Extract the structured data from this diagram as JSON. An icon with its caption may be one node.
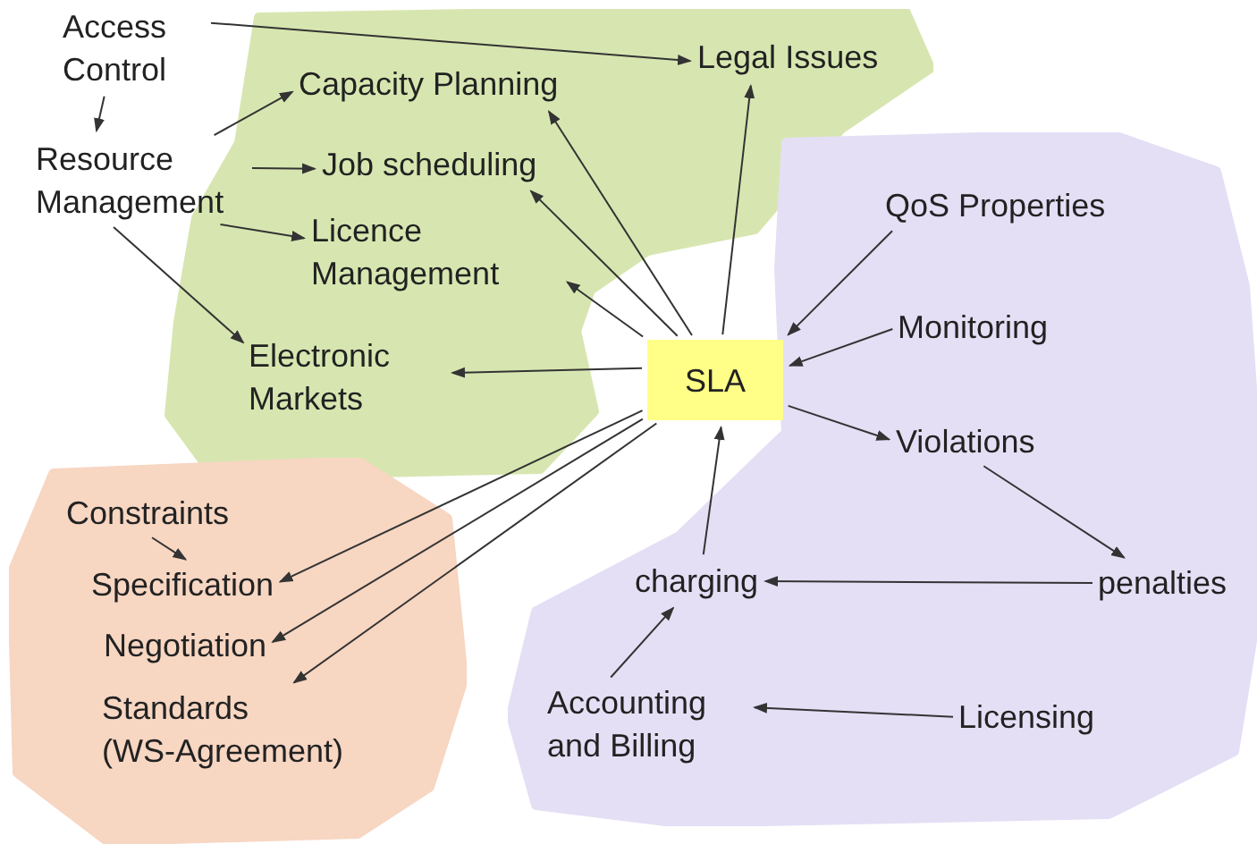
{
  "diagram": {
    "nodes": [
      {
        "text": [
          "Access Control"
        ]
      },
      {
        "text": [],
        "shape": "blob"
      },
      {
        "text": [
          "Legal Issues"
        ],
        "in": 1
      },
      {
        "text": [
          "Capacity Planning"
        ],
        "in": 1
      },
      {
        "text": [
          "Resource Management"
        ]
      },
      {
        "text": [
          "Job scheduling"
        ],
        "in": 1
      },
      {
        "text": [
          "Licence Management"
        ],
        "in": 1
      },
      {
        "text": [
          "Electronic Markets"
        ],
        "in": 1
      },
      {
        "text": [],
        "shape": "blob"
      },
      {
        "text": [
          "QoS Properties"
        ],
        "in": 8
      },
      {
        "text": [
          "Monitoring"
        ],
        "in": 8
      },
      {
        "text": [
          "SLA"
        ]
      },
      {
        "text": [
          "Violations"
        ],
        "in": 8
      },
      {
        "text": [],
        "shape": "blob"
      },
      {
        "text": [
          "Constraints"
        ],
        "in": 13
      },
      {
        "text": [
          "Specification"
        ],
        "in": 13
      },
      {
        "text": [
          "penalties"
        ],
        "in": 8
      },
      {
        "text": [
          "charging"
        ],
        "in": 8
      },
      {
        "text": [
          "Negotiation"
        ],
        "in": 13
      },
      {
        "text": [
          "Standards (WS-Agreement)"
        ],
        "in": 13
      },
      {
        "text": [
          "Accounting and Billing"
        ],
        "in": 8
      },
      {
        "text": [
          "Licensing"
        ],
        "in": 8
      }
    ],
    "edges": [
      {
        "from": 0,
        "to": 2,
        "arrow": "to"
      },
      {
        "from": 0,
        "to": 4,
        "arrow": "to"
      },
      {
        "from": 4,
        "to": 3,
        "arrow": "to"
      },
      {
        "from": 4,
        "to": 5,
        "arrow": "to"
      },
      {
        "from": 4,
        "to": 6,
        "arrow": "to"
      },
      {
        "from": 4,
        "to": 7,
        "arrow": "to"
      },
      {
        "from": 11,
        "to": 3,
        "arrow": "to"
      },
      {
        "from": 11,
        "to": 5,
        "arrow": "to"
      },
      {
        "from": 11,
        "to": 2,
        "arrow": "to"
      },
      {
        "from": 11,
        "to": 6,
        "arrow": "to"
      },
      {
        "from": 11,
        "to": 7,
        "arrow": "to"
      },
      {
        "from": 9,
        "to": 11,
        "arrow": "to"
      },
      {
        "from": 10,
        "to": 11,
        "arrow": "to"
      },
      {
        "from": 11,
        "to": 12,
        "arrow": "to"
      },
      {
        "from": 12,
        "to": 16,
        "arrow": "to"
      },
      {
        "from": 16,
        "to": 17,
        "arrow": "to"
      },
      {
        "from": 17,
        "to": 11,
        "arrow": "to"
      },
      {
        "from": 20,
        "to": 17,
        "arrow": "to"
      },
      {
        "from": 21,
        "to": 20,
        "arrow": "to"
      },
      {
        "from": 14,
        "to": 15,
        "arrow": "to"
      },
      {
        "from": 11,
        "to": 15,
        "arrow": "to"
      },
      {
        "from": 11,
        "to": 18,
        "arrow": "to"
      },
      {
        "from": 11,
        "to": 19,
        "arrow": "to"
      }
    ]
  }
}
